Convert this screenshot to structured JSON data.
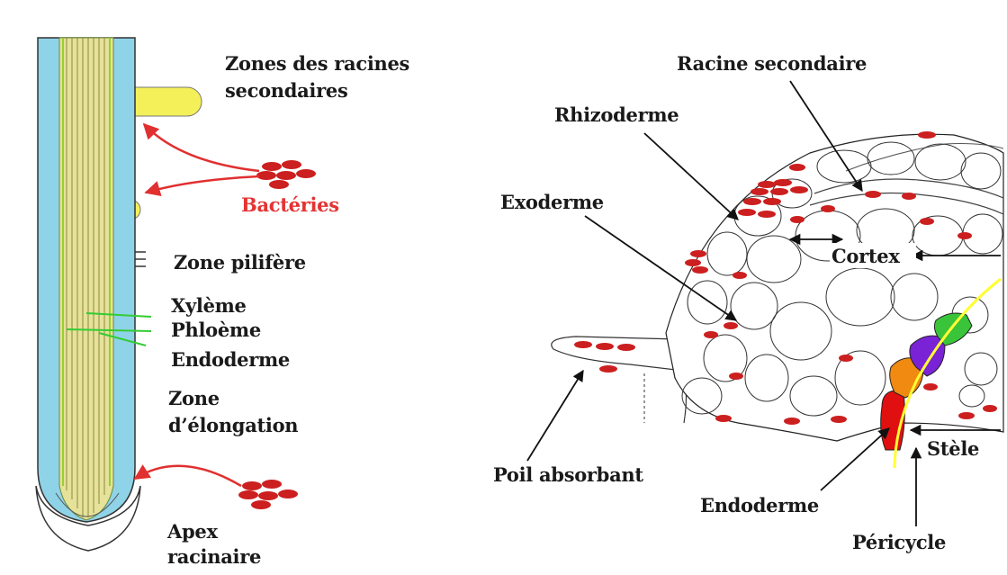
{
  "left_panel": {
    "labels": {
      "zones_racines_secondaires_1": "Zones des racines",
      "zones_racines_secondaires_2": "secondaires",
      "bacteries": "Bactéries",
      "zone_pilifere": "Zone pilifère",
      "xyleme": "Xylème",
      "phloeme": "Phloème",
      "endoderme": "Endoderme",
      "zone_elongation_1": "Zone",
      "zone_elongation_2": "d’élongation",
      "apex_1": "Apex",
      "apex_2": "racinaire"
    }
  },
  "right_panel": {
    "labels": {
      "racine_secondaire": "Racine secondaire",
      "rhizoderme": "Rhizoderme",
      "exoderme": "Exoderme",
      "cortex": "Cortex",
      "poil_absorbant": "Poil absorbant",
      "endoderme": "Endoderme",
      "stele": "Stèle",
      "pericycle": "Péricycle"
    }
  },
  "colors": {
    "bacteria": "#cc1f1f",
    "bacteria_label": "#e53333",
    "epidermis": "#8fd3e8",
    "stele_fill": "#e6e29a",
    "lateral_root": "#f3f05a",
    "vascular_arrows": "#33cc33",
    "curved_arrows": "#e03030",
    "endoderm_cell_red": "#e01010",
    "endoderm_cell_orange": "#f08a10",
    "endoderm_cell_purple": "#7a22d6",
    "endoderm_cell_green": "#39c43a",
    "casparian_band": "#ffff33"
  }
}
